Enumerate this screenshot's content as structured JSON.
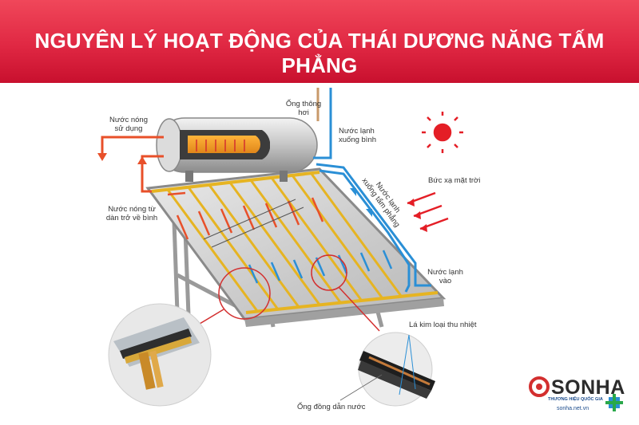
{
  "banner": {
    "title": "NGUYÊN LÝ HOẠT ĐỘNG CỦA THÁI DƯƠNG NĂNG TẤM PHẲNG",
    "bg_color": "#e02843",
    "text_color": "#ffffff"
  },
  "labels": {
    "hot_out_line1": "Nước nóng",
    "hot_out_line2": "sử dụng",
    "vent_line1": "Ống thông",
    "vent_line2": "hơi",
    "cold_down_line1": "Nước lạnh",
    "cold_down_line2": "xuống bình",
    "hot_return_line1": "Nước nóng từ",
    "hot_return_line2": "dàn trở về bình",
    "radiation": "Bức xạ mặt trời",
    "cold_to_panel_line1": "Nước lạnh",
    "cold_to_panel_line2": "xuống tấm phẳng",
    "cold_in_line1": "Nước lạnh",
    "cold_in_line2": "vào",
    "absorber": "Lá kim loại thu nhiệt",
    "copper_pipe": "Ống đồng dẫn nước"
  },
  "brand": {
    "name": "SONHA",
    "tagline": "THƯƠNG HIỆU QUỐC GIA",
    "url": "sonha.net.vn"
  },
  "colors": {
    "hot": "#e8502a",
    "cold": "#2a8fd6",
    "vent": "#c89a6a",
    "sun": "#e41e26",
    "pipe_gold": "#e6b422",
    "zoom_circle": "#d32f2f"
  }
}
